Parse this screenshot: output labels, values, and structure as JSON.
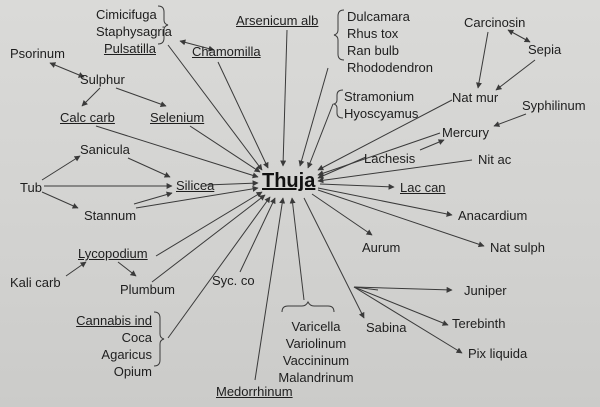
{
  "center": "Thuja",
  "nodes": {
    "cimicifuga": "Cimicifuga",
    "staphysagria": "Staphysagria",
    "pulsatilla": "Pulsatilla",
    "chamomilla": "Chamomilla",
    "arsenicum_alb": "Arsenicum alb",
    "dulcamara": "Dulcamara",
    "rhus_tox": "Rhus tox",
    "ran_bulb": "Ran bulb",
    "rhododendron": "Rhododendron",
    "carcinosin": "Carcinosin",
    "sepia": "Sepia",
    "nat_mur": "Nat mur",
    "syphilinum": "Syphilinum",
    "psorinum": "Psorinum",
    "sulphur": "Sulphur",
    "calc_carb": "Calc carb",
    "selenium": "Selenium",
    "stramonium": "Stramonium",
    "hyoscyamus": "Hyoscyamus",
    "mercury": "Mercury",
    "lachesis": "Lachesis",
    "nit_ac": "Nit ac",
    "sanicula": "Sanicula",
    "tub": "Tub",
    "silicea": "Silicea",
    "lac_can": "Lac can",
    "stannum": "Stannum",
    "anacardium": "Anacardium",
    "lycopodium": "Lycopodium",
    "aurum": "Aurum",
    "nat_sulph": "Nat sulph",
    "kali_carb": "Kali carb",
    "plumbum": "Plumbum",
    "syc_co": "Syc. co",
    "juniper": "Juniper",
    "cannabis_ind": "Cannabis ind",
    "coca": "Coca",
    "agaricus": "Agaricus",
    "opium": "Opium",
    "varicella": "Varicella",
    "variolinum": "Variolinum",
    "vaccininum": "Vaccininum",
    "malandrinum": "Malandrinum",
    "sabina": "Sabina",
    "terebinth": "Terebinth",
    "pix_liquida": "Pix liquida",
    "medorrhinum": "Medorrhinum"
  },
  "colors": {
    "line": "#3a3a3a",
    "text": "#1e1e1e"
  }
}
